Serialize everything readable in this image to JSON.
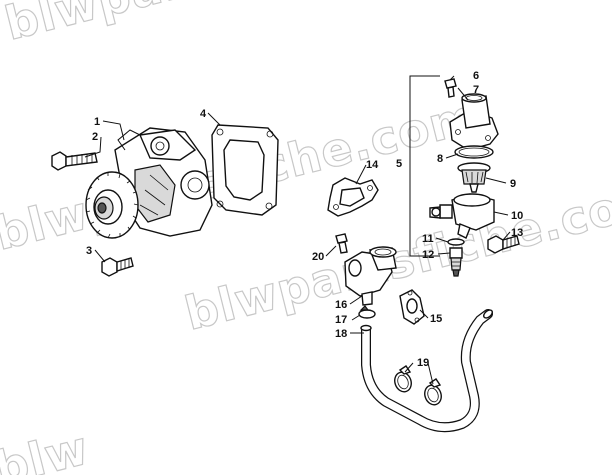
{
  "watermark": {
    "lines": [
      "blwpartsfiche.com",
      "blwpartsfiche.com",
      "blwpartsfiche.com",
      "blw"
    ]
  },
  "callouts": [
    "1",
    "2",
    "3",
    "4",
    "5",
    "6",
    "7",
    "8",
    "9",
    "10",
    "11",
    "12",
    "13",
    "14",
    "15",
    "16",
    "17",
    "18",
    "19",
    "20"
  ],
  "colors": {
    "line": "#111111",
    "watermark": "#c8c8c8",
    "background": "#ffffff"
  }
}
